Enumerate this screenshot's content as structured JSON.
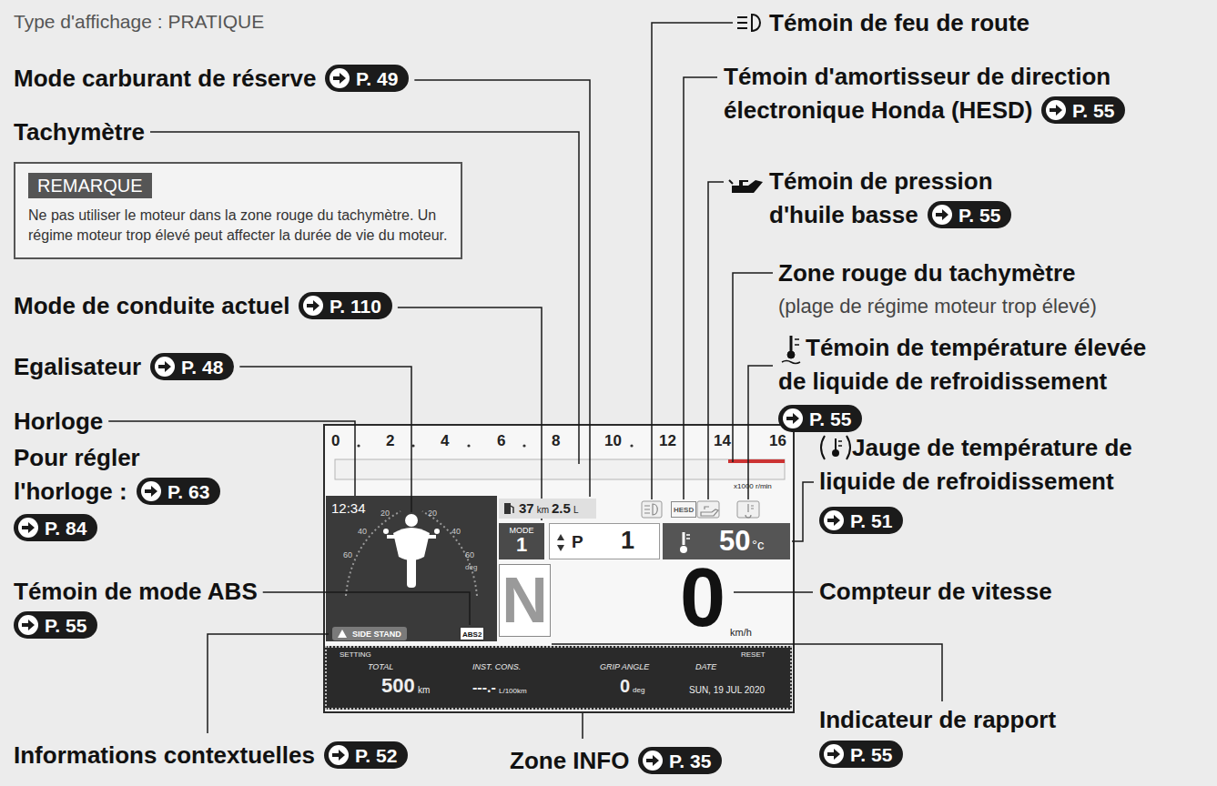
{
  "diagram": {
    "nodes": [
      {
        "text": [
          "REMARQUE",
          "Ne pas utiliser le moteur dans la zone rouge du tachymètre. Un régime moteur trop élevé peut affecter la durée de vie du moteur."
        ]
      },
      {
        "text": [
          "P. 49"
        ]
      },
      {
        "text": [
          "P. 55"
        ]
      },
      {
        "text": [
          "P. 55"
        ]
      },
      {
        "text": [
          "P. 110"
        ]
      },
      {
        "text": [
          "P. 48"
        ]
      },
      {
        "text": [
          "P. 55"
        ]
      },
      {
        "text": [
          "P. 63"
        ]
      },
      {
        "text": [
          "P. 51"
        ]
      },
      {
        "text": [
          "P. 84"
        ]
      },
      {
        "text": [
          "P. 55"
        ]
      },
      {
        "text": [
          "P. 55"
        ]
      },
      {
        "text": [
          "P. 52"
        ]
      },
      {
        "text": [
          "P. 35"
        ]
      },
      {
        "text": [
          "37",
          "km",
          "2.5",
          "L"
        ]
      },
      {
        "text": [
          "HESD"
        ]
      },
      {
        "text": [
          "MODE",
          "1"
        ]
      },
      {
        "text": [
          "P",
          "1"
        ]
      },
      {
        "text": [
          "50",
          "°c"
        ]
      },
      {
        "text": [
          "N"
        ]
      },
      {
        "text": [
          "SIDE STAND"
        ]
      },
      {
        "text": [
          "ABS2"
        ]
      },
      {
        "text": [
          "SETTING",
          "RESET",
          "TOTAL",
          "500",
          "km",
          "INST. CONS.",
          "---.-",
          "L/100km",
          "GRIP ANGLE",
          "0",
          "deg",
          "DATE",
          "SUN, 19 JUL 2020"
        ]
      }
    ],
    "labels": [
      "Type d'affichage : PRATIQUE",
      "Témoin de feu de route",
      "Mode carburant de réserve",
      "Témoin d'amortisseur de direction électronique Honda (HESD)",
      "Tachymètre",
      "Témoin de pression d'huile basse",
      "Zone rouge du tachymètre",
      "(plage de régime moteur trop élevé)",
      "Mode de conduite actuel",
      "Témoin de température élevée de liquide de refroidissement",
      "Egalisateur",
      "Horloge",
      "Pour régler l'horloge :",
      "Jauge de température de liquide de refroidissement",
      "Témoin de mode ABS",
      "Compteur de vitesse",
      "Indicateur de rapport",
      "Informations contextuelles",
      "Zone INFO",
      "0",
      "2",
      "4",
      "6",
      "8",
      "10",
      "12",
      "14",
      "16",
      "x1000 r/min",
      "12:34",
      "20",
      "40",
      "60",
      "20",
      "40",
      "60",
      "deg",
      "0",
      "km/h"
    ]
  }
}
